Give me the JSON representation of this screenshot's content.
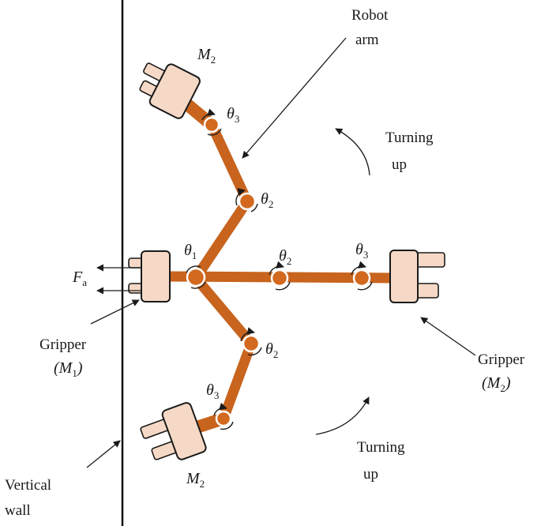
{
  "labels": {
    "robot_arm_1": "Robot",
    "robot_arm_2": "arm",
    "turning_up_top_1": "Turning",
    "turning_up_top_2": "up",
    "turning_up_bottom_1": "Turning",
    "turning_up_bottom_2": "up",
    "gripper_left_1": "Gripper",
    "gripper_right_1": "Gripper",
    "vertical_wall_1": "Vertical",
    "vertical_wall_2": "wall"
  },
  "symbols": {
    "theta": "θ",
    "one": "1",
    "two": "2",
    "three": "3",
    "M": "M",
    "F": "F",
    "a": "a",
    "open_paren": "(",
    "close_paren": ")"
  },
  "colors": {
    "link": "#c8641e",
    "joint": "#d2691e",
    "gripper_fill": "#f5d9c6",
    "outline": "#1a1a1a",
    "wall": "#111111"
  }
}
